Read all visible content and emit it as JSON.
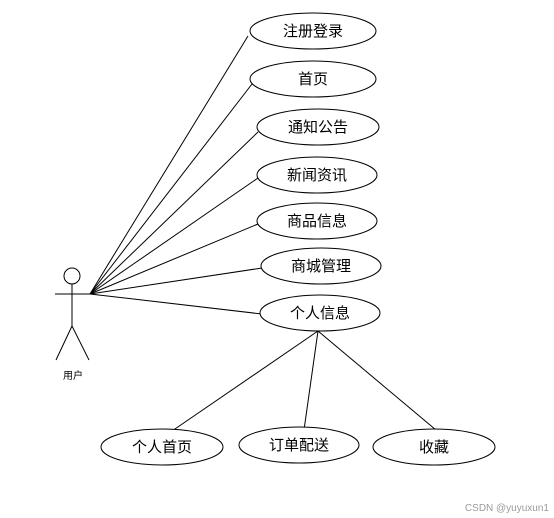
{
  "actor": {
    "label": "用户"
  },
  "use_cases": [
    {
      "id": "register-login",
      "label": "注册登录"
    },
    {
      "id": "home",
      "label": "首页"
    },
    {
      "id": "notice",
      "label": "通知公告"
    },
    {
      "id": "news",
      "label": "新闻资讯"
    },
    {
      "id": "product-info",
      "label": "商品信息"
    },
    {
      "id": "mall-management",
      "label": "商城管理"
    },
    {
      "id": "personal-info",
      "label": "个人信息"
    }
  ],
  "sub_use_cases": [
    {
      "id": "personal-home",
      "label": "个人首页"
    },
    {
      "id": "order-delivery",
      "label": "订单配送"
    },
    {
      "id": "favorites",
      "label": "收藏"
    }
  ],
  "watermark": "CSDN @yuyuxun1"
}
